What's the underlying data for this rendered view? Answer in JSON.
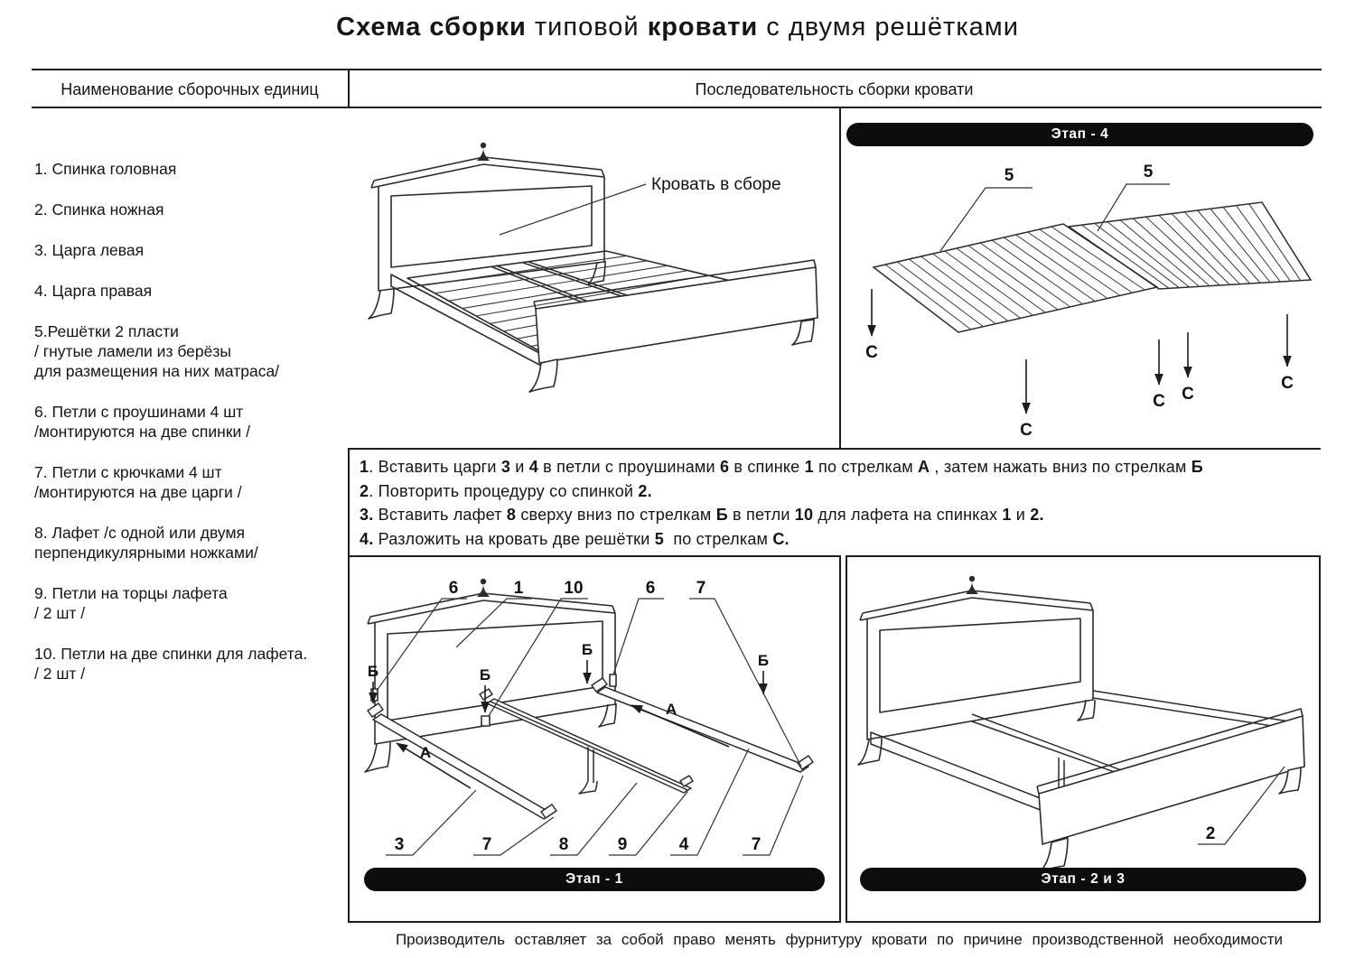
{
  "title": {
    "part1": "Схема сборки",
    "part2": " типовой ",
    "part3": "кровати",
    "part4": " с двумя решётками"
  },
  "columns": {
    "left": "Наименование  сборочных единиц",
    "right": "Последовательность сборки кровати"
  },
  "parts_list": [
    "1.   Спинка головная",
    "2. Спинка ножная",
    "3. Царга левая",
    "4. Царга правая",
    "5.Решётки  2 пласти\n/ гнутые ламели из берёзы\nдля размещения на них матраса/",
    "6. Петли с проушинами 4 шт\n/монтируются на две спинки /",
    "7. Петли с крючками 4 шт\n/монтируются на две царги /",
    "8. Лафет /с одной или двумя\nперпендикулярными ножками/",
    "9. Петли на торцы лафета\n/ 2 шт /",
    "10. Петли на две спинки для лафета.\n/ 2 шт /"
  ],
  "assembled_bed": {
    "caption": "Кровать в сборе"
  },
  "stage4": {
    "banner": "Этап -  4",
    "five": "5",
    "c": "С"
  },
  "instructions": [
    [
      {
        "t": "1",
        "b": true
      },
      {
        "t": ". Вставить царги "
      },
      {
        "t": "3",
        "b": true
      },
      {
        "t": " и "
      },
      {
        "t": "4",
        "b": true
      },
      {
        "t": " в петли с проушинами "
      },
      {
        "t": "6",
        "b": true
      },
      {
        "t": " в спинке "
      },
      {
        "t": "1",
        "b": true
      },
      {
        "t": " по стрелкам "
      },
      {
        "t": "А",
        "b": true
      },
      {
        "t": " , затем нажать вниз по стрелкам "
      },
      {
        "t": "Б",
        "b": true
      }
    ],
    [
      {
        "t": "2",
        "b": true
      },
      {
        "t": ". Повторить процедуру со спинкой "
      },
      {
        "t": "2.",
        "b": true
      }
    ],
    [
      {
        "t": "3.",
        "b": true
      },
      {
        "t": " Вставить лафет "
      },
      {
        "t": "8",
        "b": true
      },
      {
        "t": " сверху вниз по стрелкам "
      },
      {
        "t": "Б",
        "b": true
      },
      {
        "t": " в петли "
      },
      {
        "t": "10",
        "b": true
      },
      {
        "t": " для лафета на спинках "
      },
      {
        "t": "1",
        "b": true
      },
      {
        "t": " и "
      },
      {
        "t": "2.",
        "b": true
      }
    ],
    [
      {
        "t": "4.",
        "b": true
      },
      {
        "t": " Разложить на кровать две решётки "
      },
      {
        "t": "5",
        "b": true
      },
      {
        "t": "  по стрелкам "
      },
      {
        "t": "С.",
        "b": true
      }
    ]
  ],
  "stage1": {
    "banner": "Этап - 1",
    "top_labels": [
      "6",
      "1",
      "10",
      "6",
      "7"
    ],
    "bottom_labels": [
      "3",
      "7",
      "8",
      "9",
      "4",
      "7"
    ],
    "letter_a": "А",
    "letter_b": "Б"
  },
  "stage23": {
    "banner": "Этап -  2 и 3",
    "label_2": "2"
  },
  "footer": {
    "text": "Производитель оставляет за собой право менять фурнитуру кровати по причине производственной необходимости"
  }
}
